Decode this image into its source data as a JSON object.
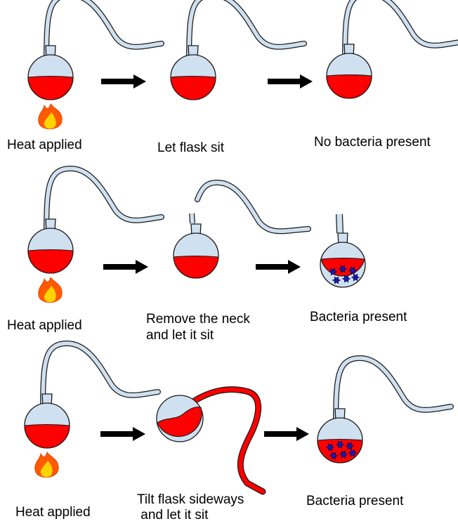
{
  "colors": {
    "glass": "#cfe0f0",
    "glass_outline": "#1a1a1a",
    "liquid": "#ff0000",
    "arrow": "#000000",
    "flame_outer": "#ff5a00",
    "flame_inner": "#ffd400",
    "bacteria": "#1a1aa0"
  },
  "rows": [
    {
      "steps": [
        {
          "label_lines": [
            "Heat applied"
          ],
          "flask": "swan-neck",
          "heat": true,
          "bacteria": false
        },
        {
          "label_lines": [
            "Let flask sit"
          ],
          "flask": "swan-neck",
          "heat": false,
          "bacteria": false
        },
        {
          "label_lines": [
            "No bacteria present"
          ],
          "flask": "swan-neck",
          "heat": false,
          "bacteria": false
        }
      ]
    },
    {
      "steps": [
        {
          "label_lines": [
            "Heat applied"
          ],
          "flask": "swan-neck",
          "heat": true,
          "bacteria": false
        },
        {
          "label_lines": [
            "Remove the neck",
            "and let it sit"
          ],
          "flask": "broken-neck",
          "heat": false,
          "bacteria": false
        },
        {
          "label_lines": [
            "Bacteria present"
          ],
          "flask": "short-neck",
          "heat": false,
          "bacteria": true
        }
      ]
    },
    {
      "steps": [
        {
          "label_lines": [
            "Heat applied"
          ],
          "flask": "swan-neck",
          "heat": true,
          "bacteria": false
        },
        {
          "label_lines": [
            "Tilt flask sideways",
            " and let it sit"
          ],
          "flask": "tilted",
          "heat": false,
          "bacteria": false
        },
        {
          "label_lines": [
            "Bacteria present"
          ],
          "flask": "swan-neck",
          "heat": false,
          "bacteria": true
        }
      ]
    }
  ]
}
